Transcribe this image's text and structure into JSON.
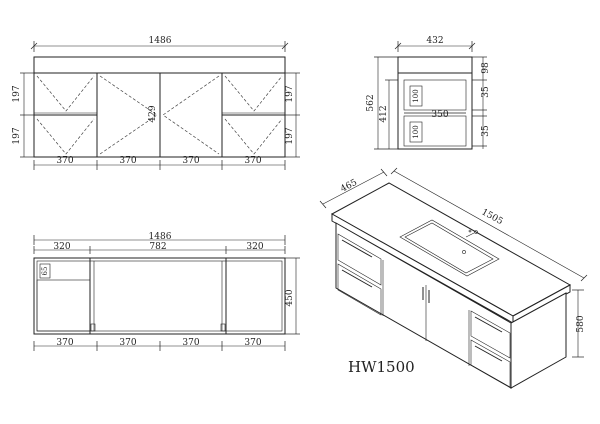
{
  "model_label": "HW1500",
  "front_view": {
    "overall_width": "1486",
    "cabinet_width": "370",
    "drawer_height": "197",
    "door_height": "429"
  },
  "side_view": {
    "depth": "432",
    "height_total": "562",
    "height_inner": "412",
    "top_gap": "98",
    "drawer_gap": "35",
    "inner_width": "350",
    "label_100": "100"
  },
  "plan_view": {
    "overall_width": "1486",
    "left_section": "320",
    "middle_section": "782",
    "right_section": "320",
    "label_65": "65",
    "height": "450",
    "cabinet_width": "370"
  },
  "iso_view": {
    "depth": "465",
    "width": "1505",
    "height": "580"
  }
}
